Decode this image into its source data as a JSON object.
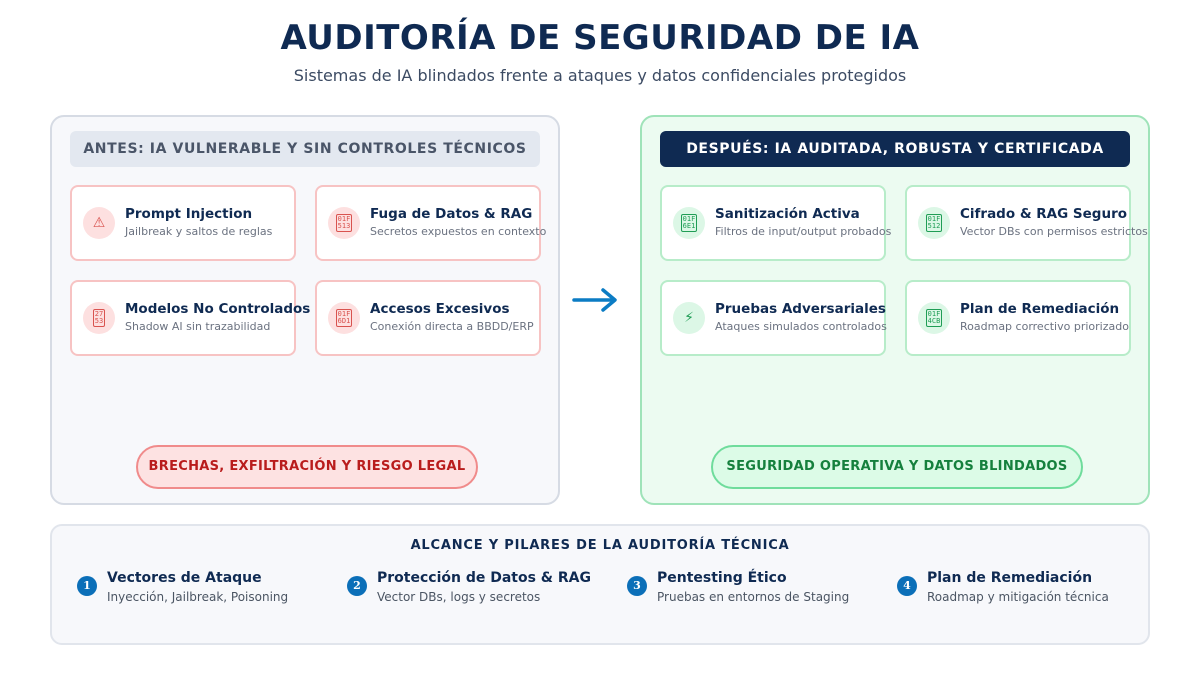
{
  "header": {
    "title": "AUDITORÍA DE SEGURIDAD DE IA",
    "subtitle": "Sistemas de IA blindados frente a ataques y datos confidenciales protegidos"
  },
  "before": {
    "title": "ANTES: IA VULNERABLE Y SIN CONTROLES TÉCNICOS",
    "cards": [
      {
        "icon": "warning-icon",
        "glyph": "⚠",
        "title": "Prompt Injection",
        "subtitle": "Jailbreak y saltos de reglas"
      },
      {
        "icon": "missing-glyph-icon",
        "glyph": "01F513",
        "title": "Fuga de Datos & RAG",
        "subtitle": "Secretos expuestos en contexto"
      },
      {
        "icon": "missing-glyph-icon",
        "glyph": "2753",
        "title": "Modelos No Controlados",
        "subtitle": "Shadow AI sin trazabilidad"
      },
      {
        "icon": "missing-glyph-icon",
        "glyph": "01F6D1",
        "title": "Accesos Excesivos",
        "subtitle": "Conexión directa a BBDD/ERP"
      }
    ],
    "outcome": "BRECHAS, EXFILTRACIÓN Y RIESGO LEGAL"
  },
  "after": {
    "title": "DESPUÉS: IA AUDITADA, ROBUSTA Y CERTIFICADA",
    "cards": [
      {
        "icon": "missing-glyph-icon",
        "glyph": "01F6E1",
        "title": "Sanitización Activa",
        "subtitle": "Filtros de input/output probados"
      },
      {
        "icon": "missing-glyph-icon",
        "glyph": "01F512",
        "title": "Cifrado & RAG Seguro",
        "subtitle": "Vector DBs con permisos estrictos"
      },
      {
        "icon": "lightning-icon",
        "glyph": "⚡",
        "title": "Pruebas Adversariales",
        "subtitle": "Ataques simulados controlados"
      },
      {
        "icon": "missing-glyph-icon",
        "glyph": "01F4CB",
        "title": "Plan de Remediación",
        "subtitle": "Roadmap correctivo priorizado"
      }
    ],
    "outcome": "SEGURIDAD OPERATIVA Y DATOS BLINDADOS"
  },
  "scope": {
    "title": "ALCANCE Y PILARES DE LA AUDITORÍA TÉCNICA",
    "pillars": [
      {
        "num": "1",
        "title": "Vectores de Ataque",
        "subtitle": "Inyección, Jailbreak, Poisoning"
      },
      {
        "num": "2",
        "title": "Protección de Datos & RAG",
        "subtitle": "Vector DBs, logs y secretos"
      },
      {
        "num": "3",
        "title": "Pentesting Ético",
        "subtitle": "Pruebas en entornos de Staging"
      },
      {
        "num": "4",
        "title": "Plan de Remediación",
        "subtitle": "Roadmap y mitigación técnica"
      }
    ]
  },
  "colors": {
    "navy": "#0f2a52",
    "danger": "#d9534f",
    "success": "#1f9d55",
    "accent": "#0b6fb8"
  }
}
